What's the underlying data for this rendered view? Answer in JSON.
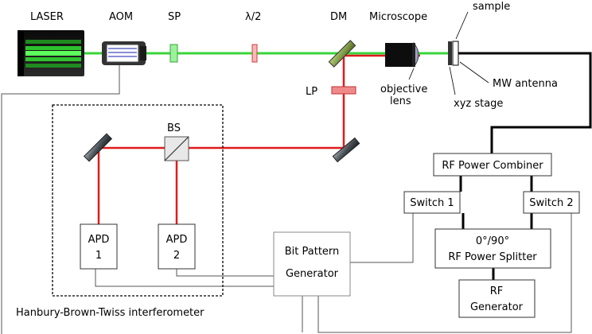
{
  "labels": {
    "laser": "LASER",
    "aom": "AOM",
    "sp": "SP",
    "half_wave": "λ/2",
    "dm": "DM",
    "microscope": "Microscope",
    "sample": "sample",
    "mw_antenna": "MW antenna",
    "objective_line1": "objective",
    "objective_line2": "lens",
    "xyz_stage": "xyz stage",
    "lp": "LP",
    "bs": "BS",
    "apd1_line1": "APD",
    "apd1_line2": "1",
    "apd2_line1": "APD",
    "apd2_line2": "2",
    "hbt": "Hanbury-Brown-Twiss interferometer",
    "rf_combiner": "RF Power Combiner",
    "switch1": "Switch 1",
    "switch2": "Switch 2",
    "splitter_line1": "0°/90°",
    "splitter_line2": "RF Power Splitter",
    "rf_gen_line1": "RF",
    "rf_gen_line2": "Generator",
    "bpg_line1": "Bit Pattern",
    "bpg_line2": "Generator"
  },
  "colors": {
    "green_beam": "#39d43a",
    "red_beam": "#e01b1b",
    "wire": "#555555",
    "rf_cable": "#000000"
  }
}
